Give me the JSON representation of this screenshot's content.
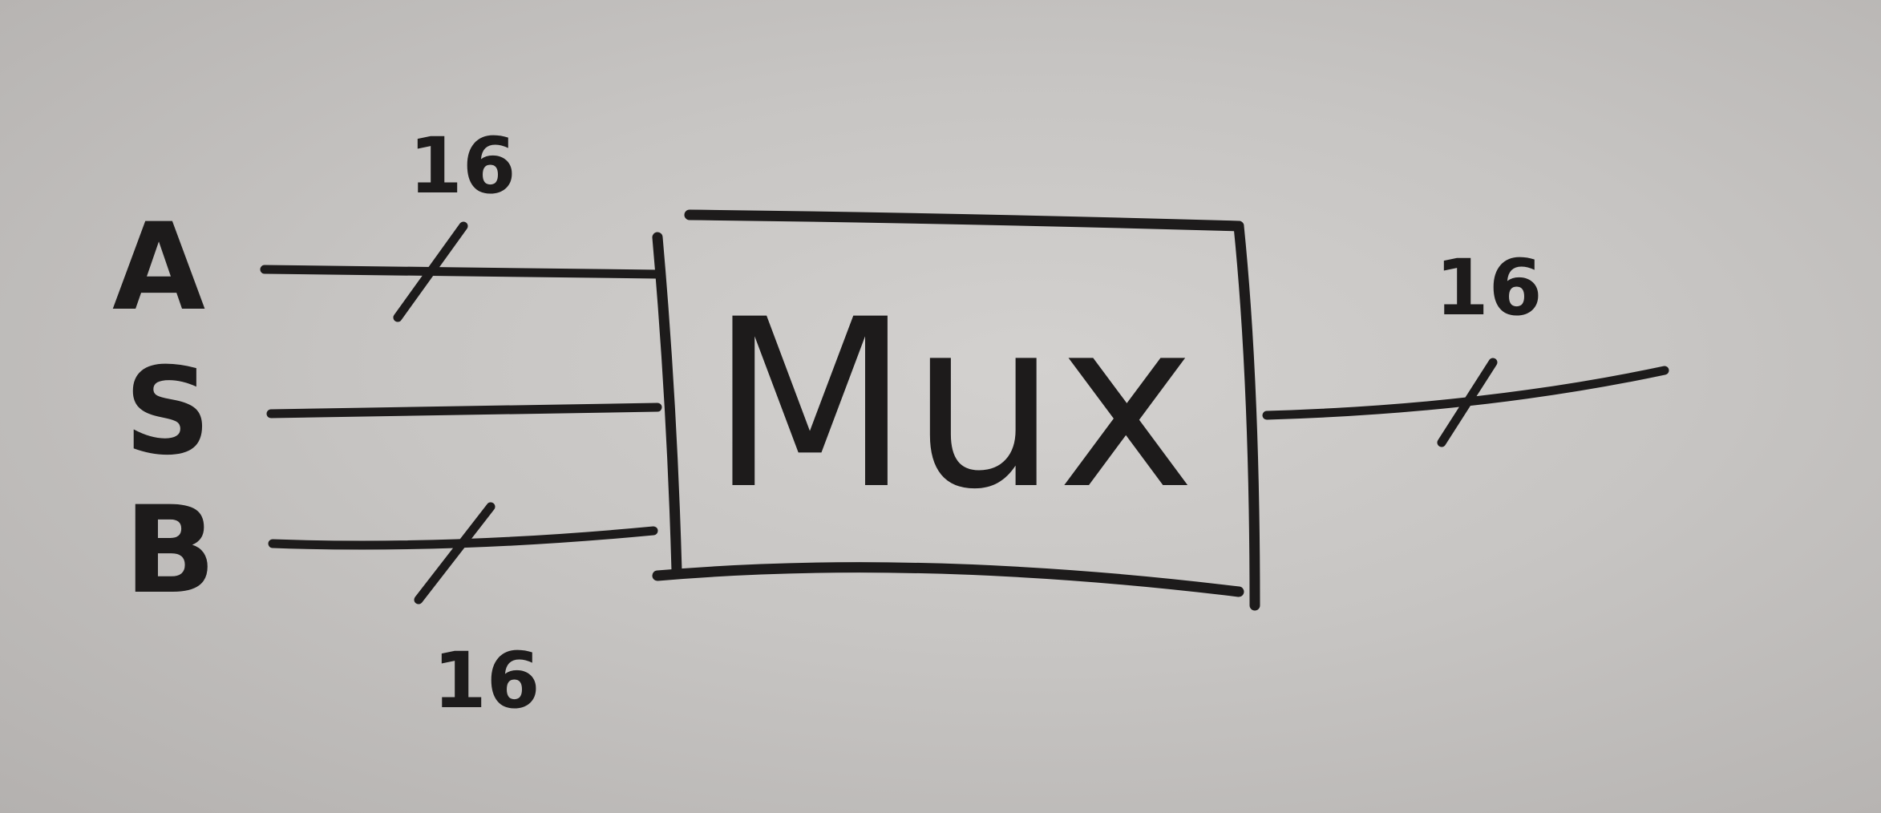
{
  "diagram": {
    "block_label": "Mux",
    "inputs": [
      {
        "label": "A",
        "width": "16"
      },
      {
        "label": "S"
      },
      {
        "label": "B",
        "width": "16"
      }
    ],
    "output": {
      "width": "16"
    }
  }
}
